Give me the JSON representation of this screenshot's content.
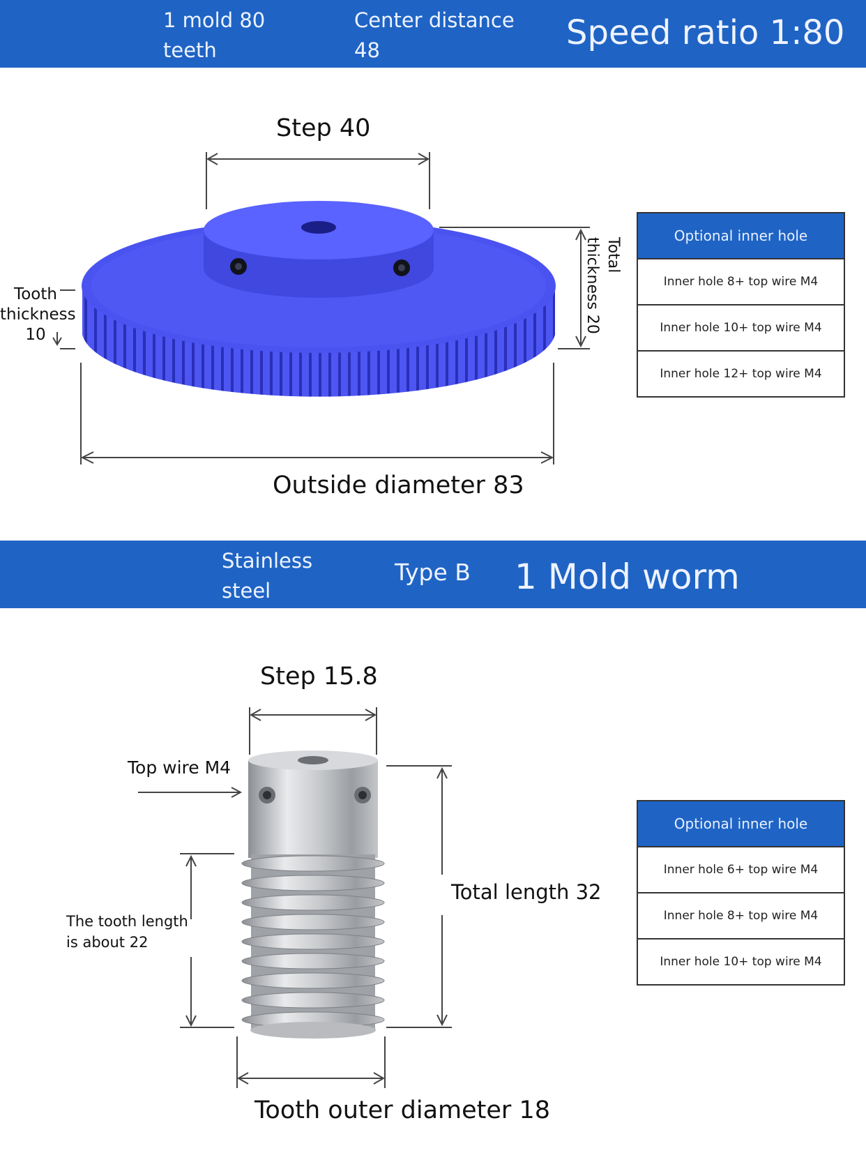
{
  "banner_top": {
    "mold_line1": "1 mold 80",
    "mold_line2": "teeth",
    "center_line1": "Center distance",
    "center_line2": "48",
    "ratio": "Speed ratio 1:80"
  },
  "gear": {
    "step": "Step 40",
    "tooth_line1": "Tooth",
    "tooth_line2": "thickness",
    "tooth_line3": "10",
    "total_line1": "Total",
    "total_line2": "thickness 20",
    "outside": "Outside diameter 83",
    "color": "#4a52f0",
    "options": {
      "header": "Optional inner hole",
      "rows": [
        "Inner hole 8+ top wire M4",
        "Inner hole 10+ top wire M4",
        "Inner hole 12+ top wire M4"
      ]
    }
  },
  "banner_bottom": {
    "material_line1": "Stainless",
    "material_line2": "steel",
    "type": "Type B",
    "title": "1 Mold worm"
  },
  "worm": {
    "step": "Step 15.8",
    "top_wire": "Top wire M4",
    "tooth_len_line1": "The tooth length",
    "tooth_len_line2": "is about 22",
    "total_length": "Total length 32",
    "outer_diameter": "Tooth outer diameter 18",
    "options": {
      "header": "Optional inner hole",
      "rows": [
        "Inner hole 6+ top wire M4",
        "Inner hole 8+ top wire M4",
        "Inner hole 10+ top wire M4"
      ]
    }
  },
  "colors": {
    "banner": "#1f64c4"
  }
}
